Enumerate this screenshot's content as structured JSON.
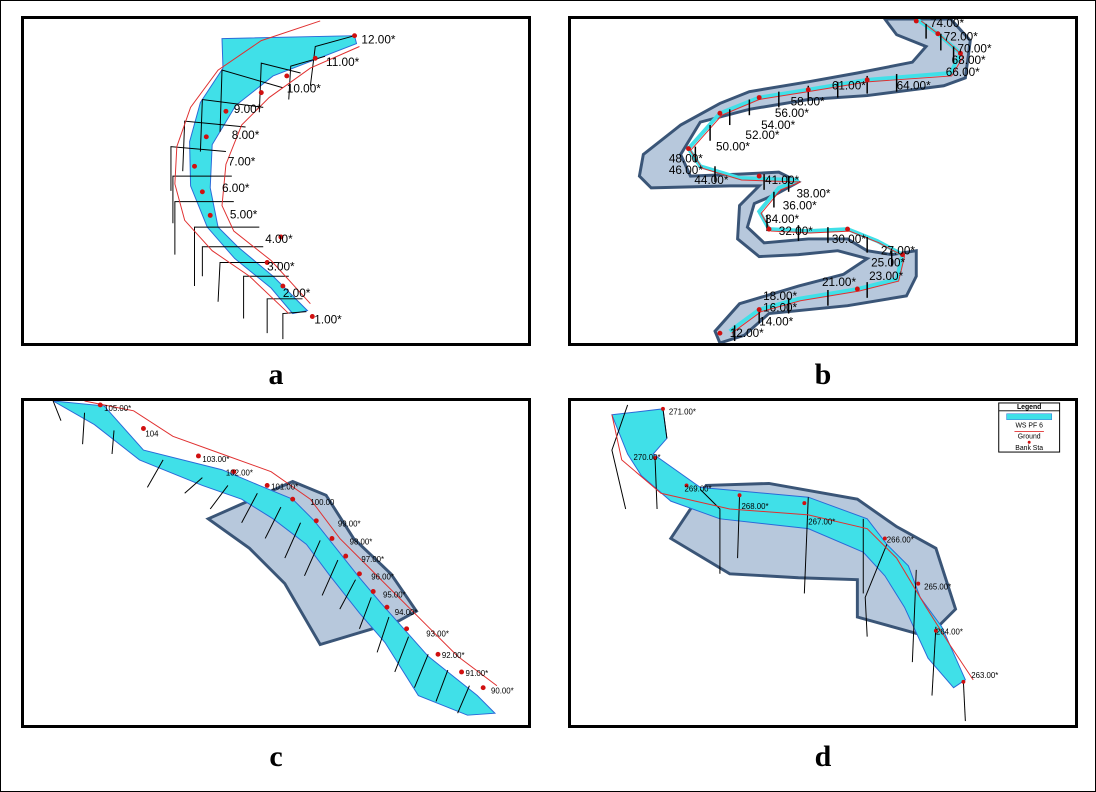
{
  "colors": {
    "water": "#40e0e8",
    "ground": "#e03030",
    "bank": "#d01010",
    "section_line": "#000000",
    "floodplain_fill": "#b7c8dc",
    "floodplain_stroke": "#3a5577",
    "channel_line": "#2a6ad8"
  },
  "panels": {
    "a": {
      "caption": "a",
      "stations": [
        "12.00*",
        "11.00*",
        "10.00*",
        "9.00*",
        "8.00*",
        "7.00*",
        "6.00*",
        "5.00*",
        "4.00*",
        "3.00*",
        "2.00*",
        "1.00*"
      ]
    },
    "b": {
      "caption": "b",
      "stations": [
        "74.00*",
        "72.00*",
        "70.00*",
        "68.00*",
        "66.00*",
        "64.00*",
        "61.00*",
        "58.00*",
        "56.00*",
        "54.00*",
        "52.00*",
        "50.00*",
        "48.00*",
        "46.00*",
        "44.00*",
        "41.00*",
        "38.00*",
        "36.00*",
        "34.00*",
        "32.00*",
        "30.00*",
        "27.00*",
        "25.00*",
        "23.00*",
        "21.00*",
        "18.00*",
        "16.00*",
        "14.00*",
        "12.00*"
      ]
    },
    "c": {
      "caption": "c",
      "stations": [
        "105.00*",
        "104",
        "103.00*",
        "102.00*",
        "101.00*",
        "100.00",
        "99.00*",
        "98.00*",
        "97.00*",
        "96.00*",
        "95.00*",
        "94.00*",
        "93.00*",
        "92.00*",
        "91.00*",
        "90.00*"
      ]
    },
    "d": {
      "caption": "d",
      "stations": [
        "271.00*",
        "270.00*",
        "269.00*",
        "268.00*",
        "267.00*",
        "266.00*",
        "265.00*",
        "264.00*",
        "263.00*"
      ],
      "legend": {
        "title": "Legend",
        "items": [
          "WS PF 6",
          "Ground",
          "Bank Sta"
        ]
      }
    }
  }
}
